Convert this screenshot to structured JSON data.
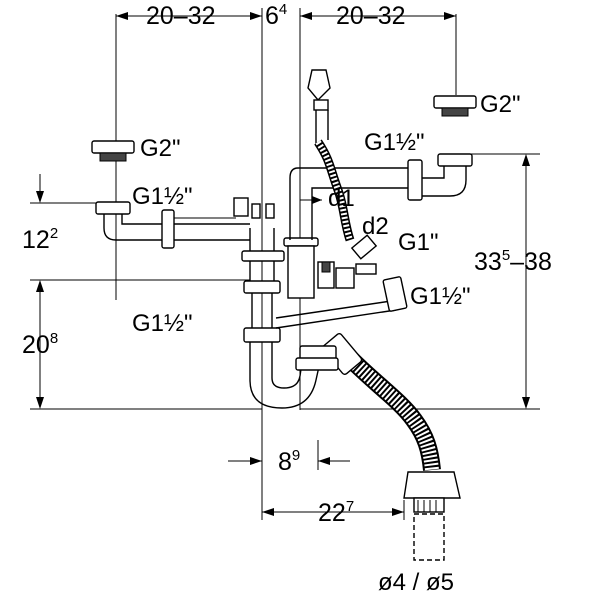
{
  "diagram": {
    "dimensions": {
      "top_left_width": "20–32",
      "top_center_base": "6",
      "top_center_sup": "4",
      "top_right_width": "20–32",
      "left_upper_base": "12",
      "left_upper_sup": "2",
      "left_lower_base": "20",
      "left_lower_sup": "8",
      "right_height_base": "33",
      "right_height_sup": "5",
      "right_height_rest": "–38",
      "bottom_offset_base": "8",
      "bottom_offset_sup": "9",
      "bottom_span_base": "22",
      "bottom_span_sup": "7"
    },
    "thread_labels": {
      "left_cap": "G2\"",
      "right_cap": "G2\"",
      "left_inlet": "G1½\"",
      "right_inlet": "G1½\"",
      "trap_body": "G1½\"",
      "hose_outlet": "G1½\"",
      "side_branch": "G1\""
    },
    "diameter_labels": {
      "d1": "d1",
      "d2": "d2"
    },
    "hose_diameter": "ø4 / ø5"
  }
}
